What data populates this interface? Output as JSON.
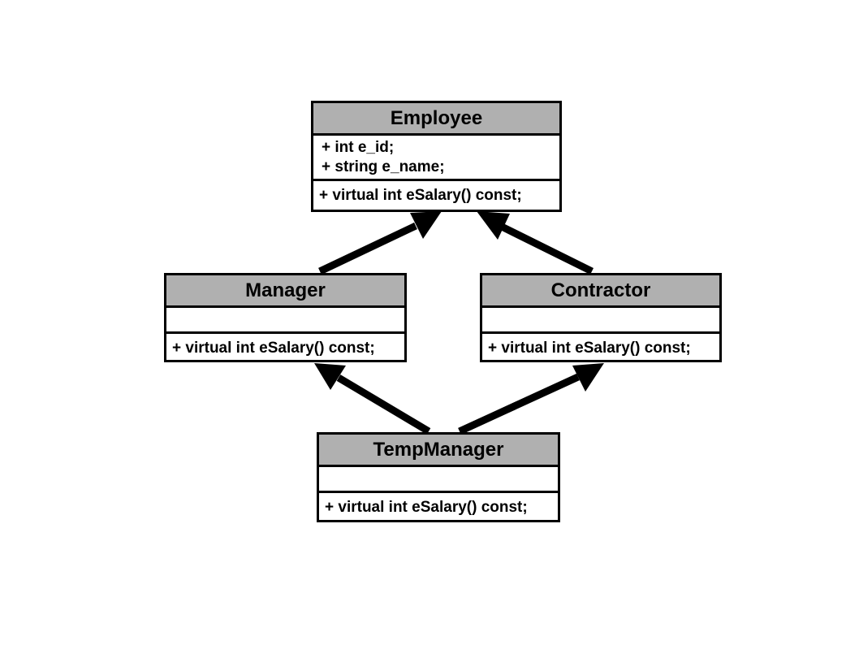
{
  "colors": {
    "header_fill": "#b0b0b0",
    "border": "#000000",
    "arrow": "#000000",
    "background": "#ffffff"
  },
  "classes": {
    "employee": {
      "name": "Employee",
      "attributes": [
        "+ int e_id;",
        "+ string e_name;"
      ],
      "methods": [
        "+ virtual int eSalary() const;"
      ]
    },
    "manager": {
      "name": "Manager",
      "attributes": [],
      "methods": [
        "+ virtual int eSalary() const;"
      ]
    },
    "contractor": {
      "name": "Contractor",
      "attributes": [],
      "methods": [
        "+ virtual int eSalary() const;"
      ]
    },
    "tempmanager": {
      "name": "TempManager",
      "attributes": [],
      "methods": [
        "+ virtual int eSalary() const;"
      ]
    }
  },
  "relations": [
    {
      "from": "Manager",
      "to": "Employee",
      "type": "inheritance"
    },
    {
      "from": "Contractor",
      "to": "Employee",
      "type": "inheritance"
    },
    {
      "from": "TempManager",
      "to": "Manager",
      "type": "inheritance"
    },
    {
      "from": "TempManager",
      "to": "Contractor",
      "type": "inheritance"
    }
  ]
}
